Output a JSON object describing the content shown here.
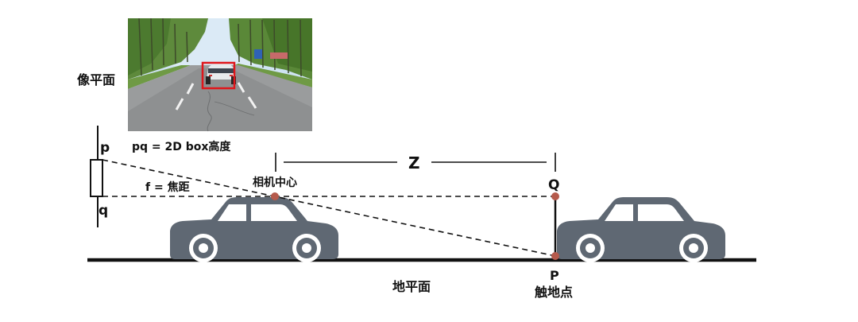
{
  "labels": {
    "image_plane": "像平面",
    "pq_def": "pq = 2D box高度",
    "p": "p",
    "q": "q",
    "focal": "f = 焦距",
    "camera_center": "相机中心",
    "Z": "Z",
    "Q": "Q",
    "P": "P",
    "contact_point": "触地点",
    "ground_plane": "地平面"
  },
  "colors": {
    "car": "#5f6873",
    "point": "#b55a4c",
    "line": "#111111",
    "bbox": "#e0161b"
  },
  "icons": {
    "road_photo": "road-photo-with-car-bounding-box",
    "car": "sedan-side-view-icon"
  }
}
